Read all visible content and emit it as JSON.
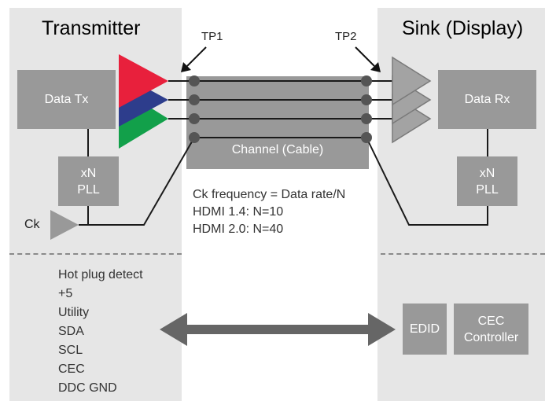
{
  "transmitter": {
    "title": "Transmitter",
    "data_tx": "Data Tx",
    "pll_line1": "xN",
    "pll_line2": "PLL",
    "ck_label": "Ck"
  },
  "sink": {
    "title": "Sink (Display)",
    "data_rx": "Data Rx",
    "pll_line1": "xN",
    "pll_line2": "PLL",
    "edid": "EDID",
    "cec_line1": "CEC",
    "cec_line2": "Controller"
  },
  "channel": {
    "label": "Channel (Cable)",
    "tp1": "TP1",
    "tp2": "TP2"
  },
  "notes": [
    "Ck frequency = Data rate/N",
    "HDMI 1.4: N=10",
    "HDMI 2.0: N=40"
  ],
  "ddc_lines": [
    "Hot plug detect",
    "+5",
    "Utility",
    "SDA",
    "SCL",
    "CEC",
    "DDC GND"
  ],
  "colors": {
    "red": "#e8203c",
    "blue": "#2d3d8c",
    "green": "#12a04a",
    "box": "#999999",
    "panel": "#e6e6e6"
  }
}
